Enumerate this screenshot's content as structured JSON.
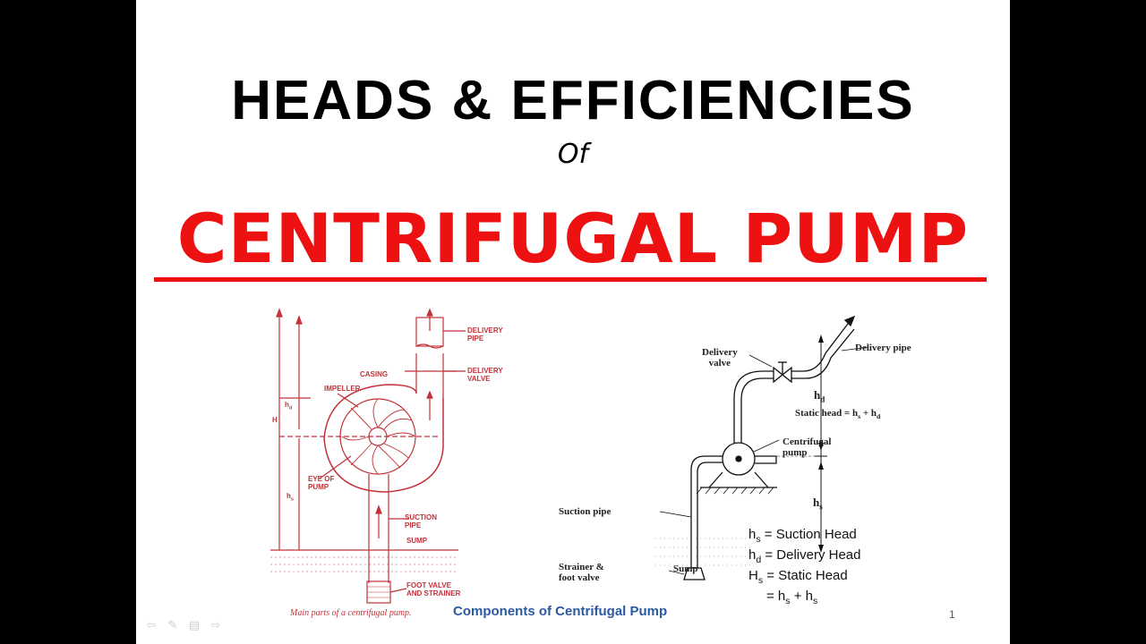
{
  "slide": {
    "title_line1": "HEADS & EFFICIENCIES",
    "title_of": "Of",
    "title_line2": "CENTRIFUGAL PUMP",
    "page_number": "1"
  },
  "left_diagram": {
    "labels": {
      "delivery_pipe_1": "DELIVERY",
      "delivery_pipe_2": "PIPE",
      "casing": "CASING",
      "delivery_valve_1": "DELIVERY",
      "delivery_valve_2": "VALVE",
      "impeller": "IMPELLER",
      "h_d": "h",
      "h_d_sub": "d",
      "H": "H",
      "eye_1": "EYE OF",
      "eye_2": "PUMP",
      "h_s": "h",
      "h_s_sub": "s",
      "suction_pipe_1": "SUCTION",
      "suction_pipe_2": "PIPE",
      "sump": "SUMP",
      "foot_valve_1": "FOOT VALVE",
      "foot_valve_2": "AND STRAINER"
    },
    "caption": "Main parts of a centrifugal pump."
  },
  "right_diagram": {
    "labels": {
      "delivery_valve_1": "Delivery",
      "delivery_valve_2": "valve",
      "delivery_pipe": "Delivery pipe",
      "h_d": "h",
      "h_d_sub": "d",
      "static_head_prefix": "Static head = ",
      "static_head_h1": "h",
      "static_head_s": "s",
      "static_head_plus": " + h",
      "static_head_d": "d",
      "centrifugal_1": "Centrifugal",
      "centrifugal_2": "pump",
      "h_s": "h",
      "h_s_sub": "s",
      "suction_pipe": "Suction pipe",
      "strainer_1": "Strainer &",
      "strainer_2": "foot valve",
      "sump": "Sump"
    },
    "legend": [
      {
        "sym": "h",
        "sub": "s",
        "text": " = Suction Head"
      },
      {
        "sym": "h",
        "sub": "d",
        "text": " = Delivery Head"
      },
      {
        "sym": "H",
        "sub": "s",
        "text": " = Static Head"
      },
      {
        "sym": "",
        "sub": "",
        "text": "= h"
      }
    ],
    "legend_tail": {
      "sub1": "s",
      "mid": " + h",
      "sub2": "s"
    },
    "caption": "Components of Centrifugal Pump"
  },
  "colors": {
    "background": "#000000",
    "slide": "#ffffff",
    "title_red": "#ee1111",
    "diagram_red": "#c2323a",
    "caption_blue": "#2c5aa0"
  },
  "nav_icons": [
    "prev-arrow-icon",
    "pen-icon",
    "menu-icon",
    "next-arrow-icon"
  ]
}
